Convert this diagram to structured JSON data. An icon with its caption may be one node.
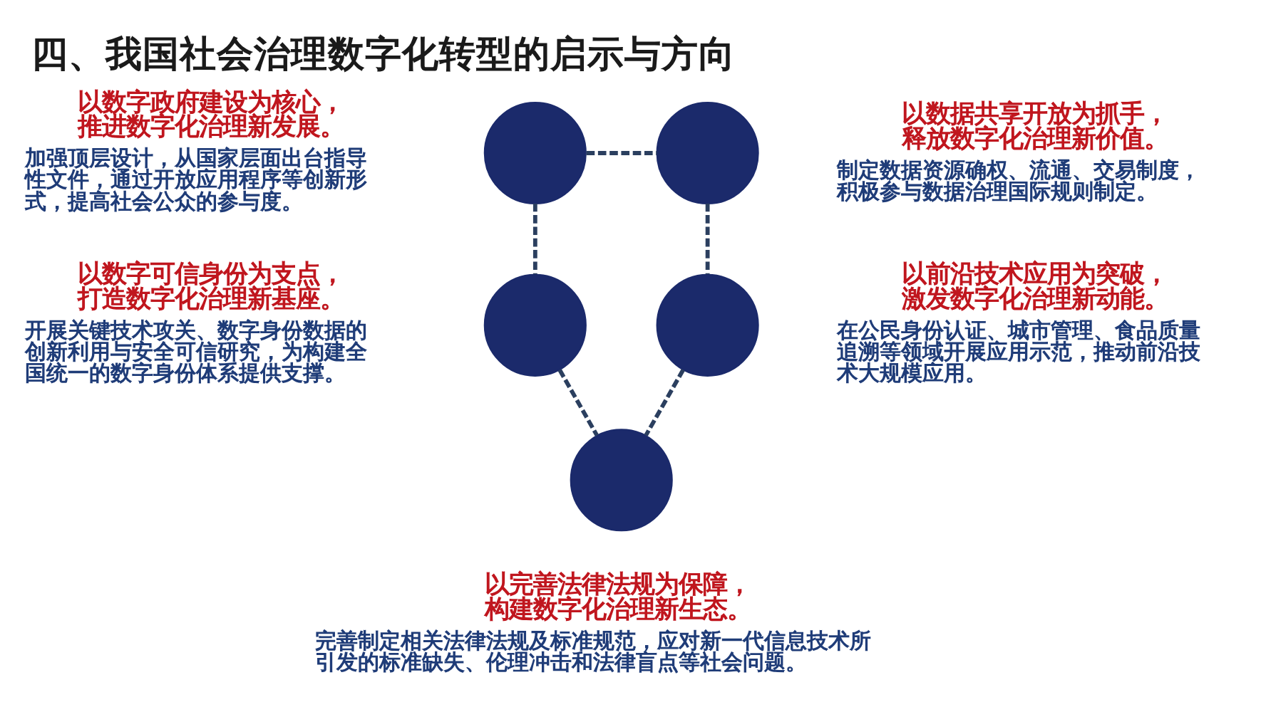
{
  "diagram": {
    "title": "四、我国社会治理数字化转型的启示与方向",
    "nodes": [
      {
        "text": [],
        "shape": "circle",
        "beside": [
          "以数字政府建设为核心，推进数字化治理新发展。",
          "加强顶层设计，从国家层面出台指导性文件，通过开放应用程序等创新形式，提高社会公众的参与度。"
        ]
      },
      {
        "text": [],
        "shape": "circle",
        "beside": [
          "以数据共享开放为抓手，释放数字化治理新价值。",
          "制定数据资源确权、流通、交易制度，积极参与数据治理国际规则制定。"
        ]
      },
      {
        "text": [],
        "shape": "circle",
        "beside": [
          "以数字可信身份为支点，打造数字化治理新基座。",
          "开展关键技术攻关、数字身份数据的创新利用与安全可信研究，为构建全国统一的数字身份体系提供支撑。"
        ]
      },
      {
        "text": [],
        "shape": "circle",
        "beside": [
          "以前沿技术应用为突破，激发数字化治理新动能。",
          "在公民身份认证、城市管理、食品质量追溯等领域开展应用示范，推动前沿技术大规模应用。"
        ]
      },
      {
        "text": [],
        "shape": "circle",
        "beside": [
          "以完善法律法规为保障，构建数字化治理新生态。",
          "完善制定相关法律法规及标准规范，应对新一代信息技术所引发的标准缺失、伦理冲击和法律盲点等社会问题。"
        ]
      }
    ],
    "edges": [
      {
        "from": 0,
        "to": 1,
        "arrow": "none",
        "style": "dashed"
      },
      {
        "from": 1,
        "to": 3,
        "arrow": "none",
        "style": "dashed"
      },
      {
        "from": 3,
        "to": 4,
        "arrow": "none",
        "style": "dashed"
      },
      {
        "from": 2,
        "to": 4,
        "arrow": "none",
        "style": "dashed"
      },
      {
        "from": 0,
        "to": 2,
        "arrow": "none",
        "style": "dashed"
      }
    ]
  }
}
